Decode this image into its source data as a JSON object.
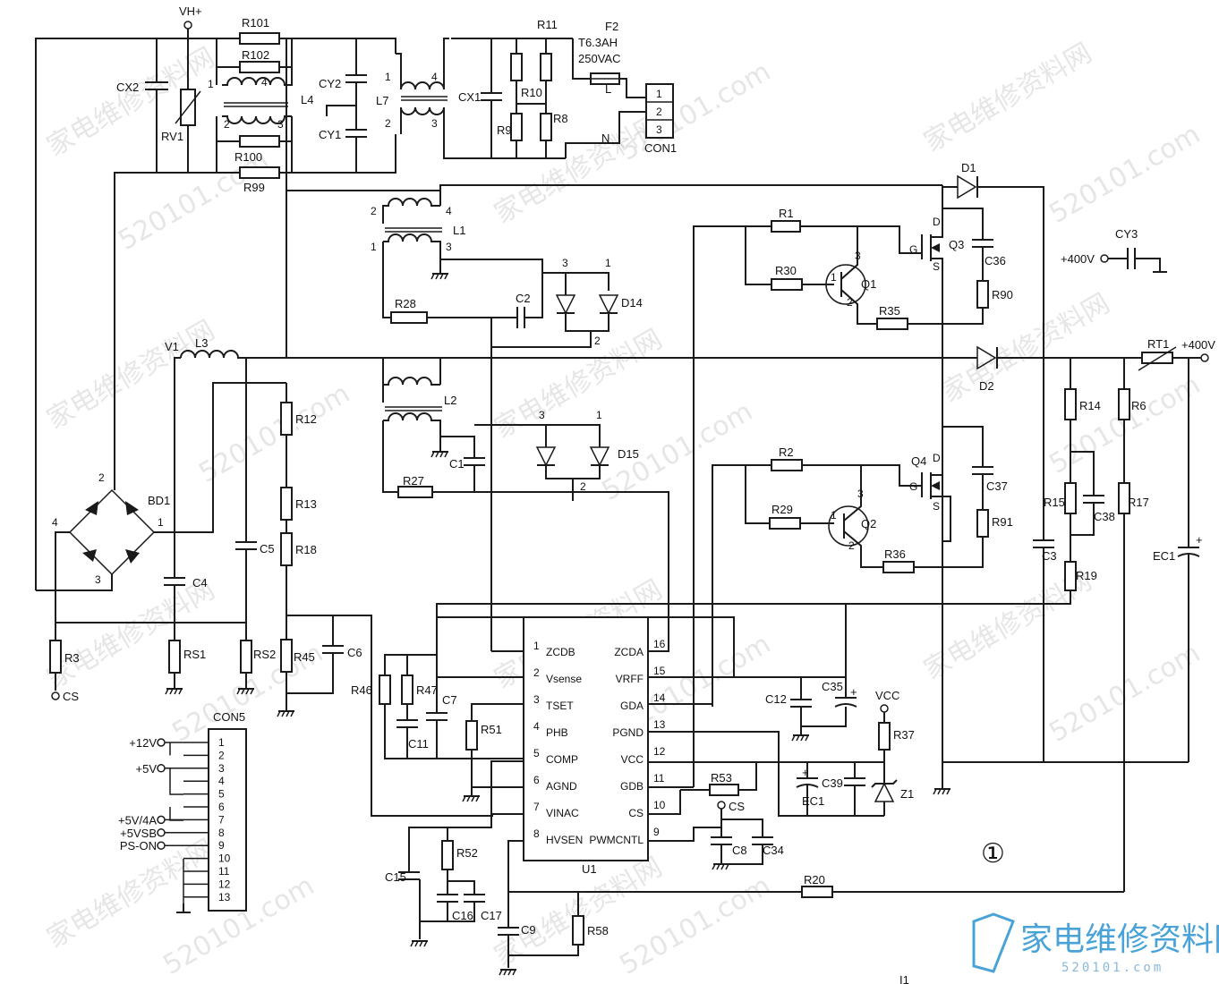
{
  "diagram": {
    "figure_number": "①",
    "watermark": "家电维修资料网",
    "watermark_url": "520101.com",
    "logo": {
      "text": "家电维修资料网",
      "sub": "520101.com"
    },
    "stray_mark": "I1"
  },
  "nets": {
    "vh_plus": "VH+",
    "plus_400v_cy3": "+400V",
    "plus_400v_out": "+400V",
    "vcc": "VCC",
    "cs_r3": "CS",
    "cs_u1": "CS",
    "n_line": "N",
    "l_line": "L",
    "v1": "V1"
  },
  "components": {
    "R101": "R101",
    "R102": "R102",
    "R100": "R100",
    "R99": "R99",
    "CX2": "CX2",
    "RV1": "RV1",
    "L4": "L4",
    "CY2": "CY2",
    "CY1": "CY1",
    "L7": "L7",
    "CX1": "CX1",
    "R11": "R11",
    "R10": "R10",
    "R9": "R9",
    "R8": "R8",
    "F2": "F2",
    "F2_rating1": "T6.3AH",
    "F2_rating2": "250VAC",
    "CON1": "CON1",
    "L1": "L1",
    "L2": "L2",
    "L3": "L3",
    "R28": "R28",
    "C2": "C2",
    "D14": "D14",
    "R27": "R27",
    "C1": "C1",
    "D15": "D15",
    "R1": "R1",
    "R30": "R30",
    "Q1": "Q1",
    "R35": "R35",
    "Q3": "Q3",
    "C36": "C36",
    "R90": "R90",
    "D1": "D1",
    "D2": "D2",
    "CY3": "CY3",
    "RT1": "RT1",
    "R2": "R2",
    "R29": "R29",
    "Q2": "Q2",
    "R36": "R36",
    "Q4": "Q4",
    "C37": "C37",
    "R91": "R91",
    "R14": "R14",
    "R6": "R6",
    "R15": "R15",
    "C38": "C38",
    "R17": "R17",
    "C3": "C3",
    "R19": "R19",
    "EC1_main": "EC1",
    "BD1": "BD1",
    "C4": "C4",
    "C5": "C5",
    "R12": "R12",
    "R13": "R13",
    "R18": "R18",
    "R45": "R45",
    "C6": "C6",
    "R3": "R3",
    "RS1": "RS1",
    "RS2": "RS2",
    "R46": "R46",
    "R47": "R47",
    "C7": "C7",
    "C11": "C11",
    "R51": "R51",
    "C12": "C12",
    "C35": "C35",
    "R37": "R37",
    "R53": "R53",
    "EC1_vcc": "EC1",
    "C39": "C39",
    "Z1": "Z1",
    "C8": "C8",
    "C34": "C34",
    "C15": "C15",
    "R52": "R52",
    "C16": "C16",
    "C17": "C17",
    "C9": "C9",
    "R58": "R58",
    "R20": "R20",
    "U1": "U1",
    "CON5": "CON5"
  },
  "u1_pins_left": [
    {
      "num": "1",
      "name": "ZCDB"
    },
    {
      "num": "2",
      "name": "Vsense"
    },
    {
      "num": "3",
      "name": "TSET"
    },
    {
      "num": "4",
      "name": "PHB"
    },
    {
      "num": "5",
      "name": "COMP"
    },
    {
      "num": "6",
      "name": "AGND"
    },
    {
      "num": "7",
      "name": "VINAC"
    },
    {
      "num": "8",
      "name": "HVSEN"
    }
  ],
  "u1_pins_right": [
    {
      "num": "16",
      "name": "ZCDA"
    },
    {
      "num": "15",
      "name": "VRFF"
    },
    {
      "num": "14",
      "name": "GDA"
    },
    {
      "num": "13",
      "name": "PGND"
    },
    {
      "num": "12",
      "name": "VCC"
    },
    {
      "num": "11",
      "name": "GDB"
    },
    {
      "num": "10",
      "name": "CS"
    },
    {
      "num": "9",
      "name": "PWMCNTL"
    }
  ],
  "con1_pins": [
    "1",
    "2",
    "3"
  ],
  "con5_pins": [
    "1",
    "2",
    "3",
    "4",
    "5",
    "6",
    "7",
    "8",
    "9",
    "10",
    "11",
    "12",
    "13"
  ],
  "con5_nets": [
    {
      "label": "+12V"
    },
    {
      "label": "+5V"
    },
    {
      "label": "+5V/4A"
    },
    {
      "label": "+5VSB"
    },
    {
      "label": "PS-ON"
    }
  ],
  "pin_marks": {
    "bd1_2": "2",
    "bd1_4": "4",
    "bd1_1": "1",
    "bd1_3": "3",
    "l4_1": "1",
    "l4_4": "4",
    "l4_2": "2",
    "l4_3": "3",
    "l7_1": "1",
    "l7_4": "4",
    "l7_2": "2",
    "l7_3": "3",
    "l1_2": "2",
    "l1_4": "4",
    "l1_1": "1",
    "l1_3": "3",
    "d14_3": "3",
    "d14_1": "1",
    "d14_2": "2",
    "d15_3": "3",
    "d15_1": "1",
    "d15_2": "2",
    "q1_3": "3",
    "q1_1": "1",
    "q1_2": "2",
    "q2_3": "3",
    "q2_1": "1",
    "q2_2": "2",
    "q3_d": "D",
    "q3_g": "G",
    "q3_s": "S",
    "q4_d": "D",
    "q4_g": "G",
    "q4_s": "S"
  }
}
